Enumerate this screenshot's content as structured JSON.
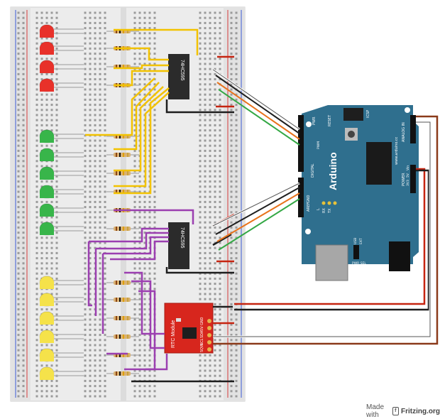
{
  "chip_top": {
    "label": "74HC595"
  },
  "chip_bottom": {
    "label": "74HC595"
  },
  "rtc": {
    "label": "RTC Module",
    "pins": [
      "GND",
      "5V",
      "SDA",
      "SCL",
      "SQW"
    ]
  },
  "arduino": {
    "brand": "Arduino",
    "url": "www.arduino.cc",
    "reset_label": "RESET",
    "icsp_label": "ICSP",
    "power_label": "POWER",
    "analog_label": "ANALOG IN",
    "digital_label": "DIGITAL",
    "aref_label": "AREF",
    "gnd_label": "GND",
    "rx_label": "RX",
    "tx_label": "TX",
    "l_label": "L",
    "pwr_label": "PWR",
    "pwm_label": "PWM",
    "usb_label": "USB",
    "ext_label": "EXT",
    "pwr_sel_label": "PWR SEL",
    "v3_label": "3V3",
    "v5_label": "5V",
    "vin_label": "Vin"
  },
  "footer": {
    "made_with": "Made with",
    "brand": "Fritzing.org"
  },
  "colors": {
    "board": "#e8e8e8",
    "arduino": "#2f6f8e",
    "led_red": "#e8312a",
    "led_green": "#38b54a",
    "led_yellow": "#f5e24a",
    "wire_yellow": "#f2c200",
    "wire_purple": "#9b3fb0",
    "wire_red": "#c62410",
    "wire_green": "#34a845",
    "wire_orange": "#e8731c",
    "wire_brown": "#8b3a1a"
  }
}
